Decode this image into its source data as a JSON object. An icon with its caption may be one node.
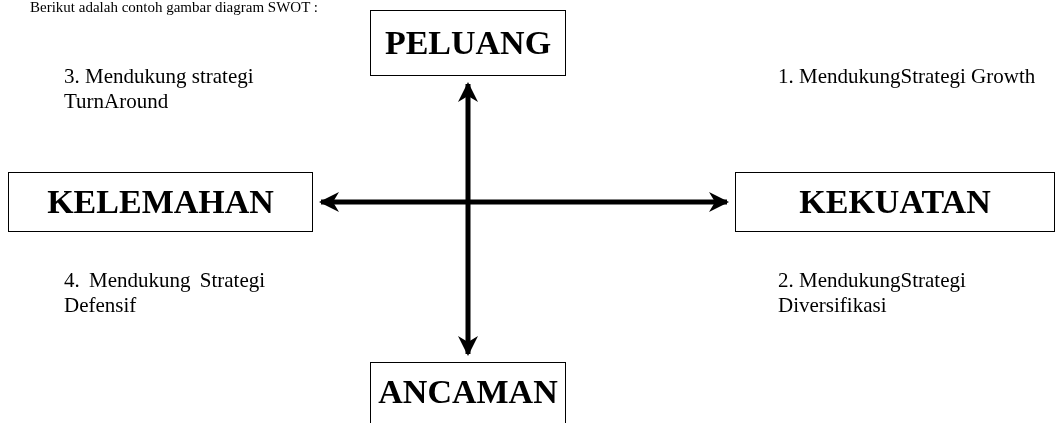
{
  "diagram": {
    "nodes": [
      {
        "text": [
          "PELUANG"
        ]
      },
      {
        "text": [
          "KELEMAHAN"
        ]
      },
      {
        "text": [
          "KEKUATAN"
        ]
      },
      {
        "text": [
          "ANCAMAN"
        ]
      }
    ],
    "edges": [
      {
        "from": 1,
        "to": 2,
        "arrow": "both"
      },
      {
        "from": 0,
        "to": 3,
        "arrow": "both"
      }
    ],
    "labels": [
      "Berikut adalah contoh gambar diagram SWOT :",
      "3. Mendukung strategi TurnAround",
      "1. MendukungStrategi Growth",
      "4. Mendukung Strategi Defensif",
      "2. MendukungStrategi Diversifikasi"
    ]
  }
}
